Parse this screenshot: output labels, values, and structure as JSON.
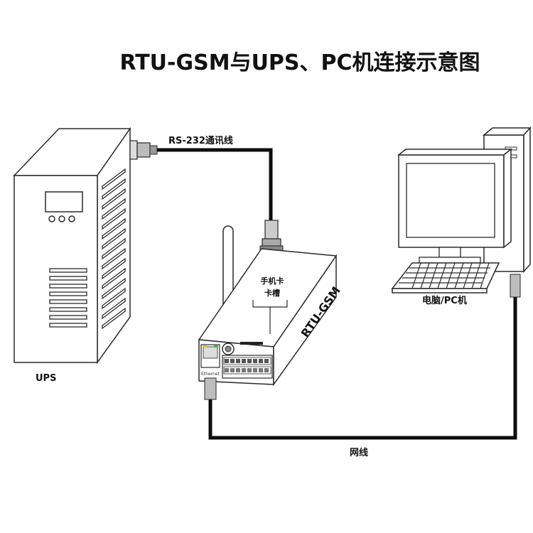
{
  "title": "RTU-GSM与UPS、PC机连接示意图",
  "labels": {
    "ups": "UPS",
    "rs232": "RS-232通讯线",
    "pc": "电脑/PC机",
    "network": "网线",
    "sim_slot_line1": "手机卡",
    "sim_slot_line2": "卡槽",
    "device": "RTU-GSM",
    "ethernet_port": "Ethernet"
  }
}
